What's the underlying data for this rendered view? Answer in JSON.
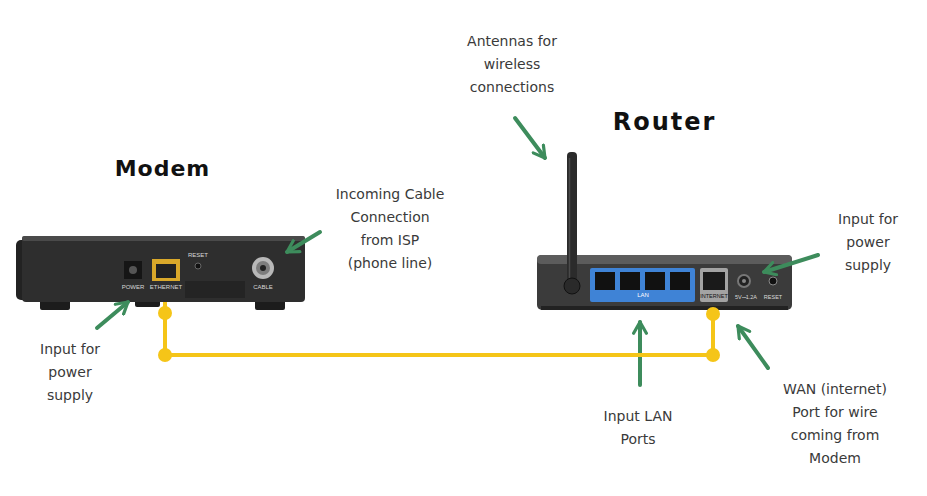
{
  "diagram": {
    "nodes": [
      {
        "text": [
          "Modem"
        ]
      },
      {
        "text": [
          "Router"
        ]
      }
    ],
    "edges": [
      {
        "from": 0,
        "to": 1,
        "arrow": "none"
      }
    ],
    "labels": [
      "Antennas for wireless connections",
      "Incoming Cable Connection from ISP (phone line)",
      "Input for power supply",
      "Input for power supply",
      "Input LAN Ports",
      "WAN (internet) Port for wire coming from Modem",
      "POWER",
      "ETHERNET",
      "RESET",
      "CABLE",
      "LAN",
      "INTERNET",
      "5V⎓1.2A",
      "RESET"
    ]
  }
}
